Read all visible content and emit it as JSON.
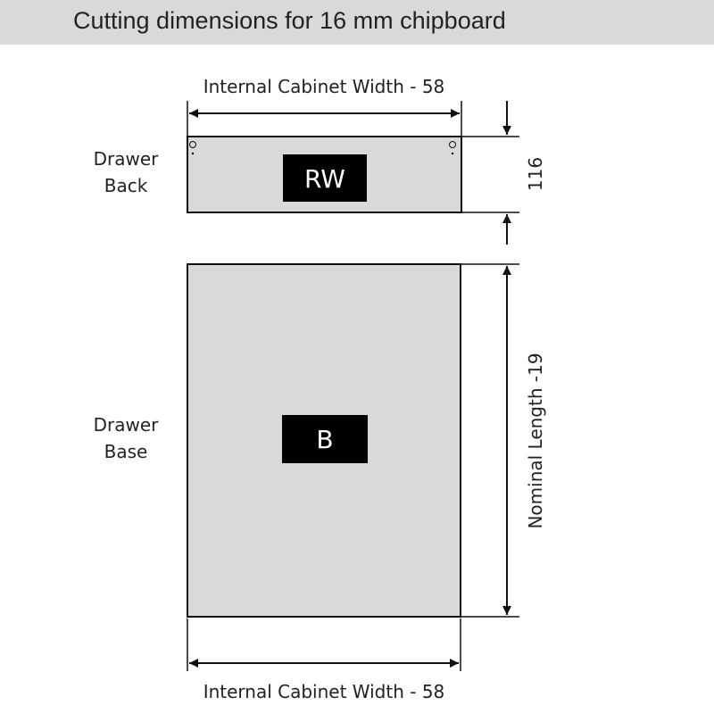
{
  "header": {
    "title": "Cutting dimensions for 16 mm chipboard"
  },
  "diagram": {
    "top_width_label": "Internal Cabinet Width - 58",
    "bottom_width_label": "Internal Cabinet Width - 58",
    "height_label": "116",
    "length_label": "Nominal Length -19",
    "drawer_back": {
      "label_line1": "Drawer",
      "label_line2": "Back",
      "tag": "RW"
    },
    "drawer_base": {
      "label_line1": "Drawer",
      "label_line2": "Base",
      "tag": "B"
    }
  },
  "colors": {
    "header_bg": "#d9d9d9",
    "panel_fill": "#d9d9d9",
    "tag_bg": "#000000",
    "line": "#111111"
  }
}
